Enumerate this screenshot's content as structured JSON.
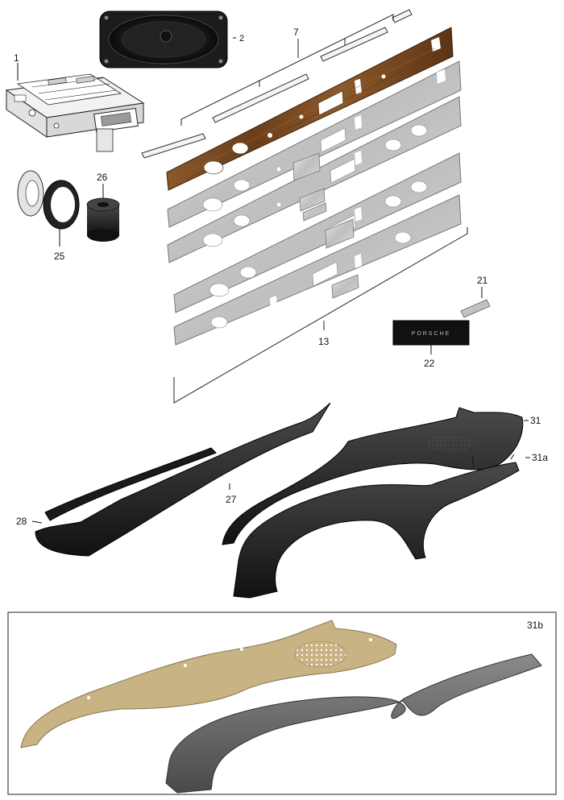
{
  "callouts": {
    "c1": "1",
    "c2": "2",
    "c7": "7",
    "c13": "13",
    "c21": "21",
    "c22": "22",
    "c25": "25",
    "c26": "26",
    "c27": "27",
    "c28": "28",
    "c31": "31",
    "c31a": "31a",
    "c31b": "31b"
  },
  "badge_text": "PORSCHE",
  "colors": {
    "wood": "#7a4a22",
    "wood_dark": "#5a3414",
    "steel": "#c8c8c8",
    "steel_dark": "#9a9a9a",
    "rubber": "#1e1e1e",
    "rubber_mid": "#3a3a3a",
    "felt": "#c9b48a",
    "gray_pad": "#6e6e6e"
  }
}
